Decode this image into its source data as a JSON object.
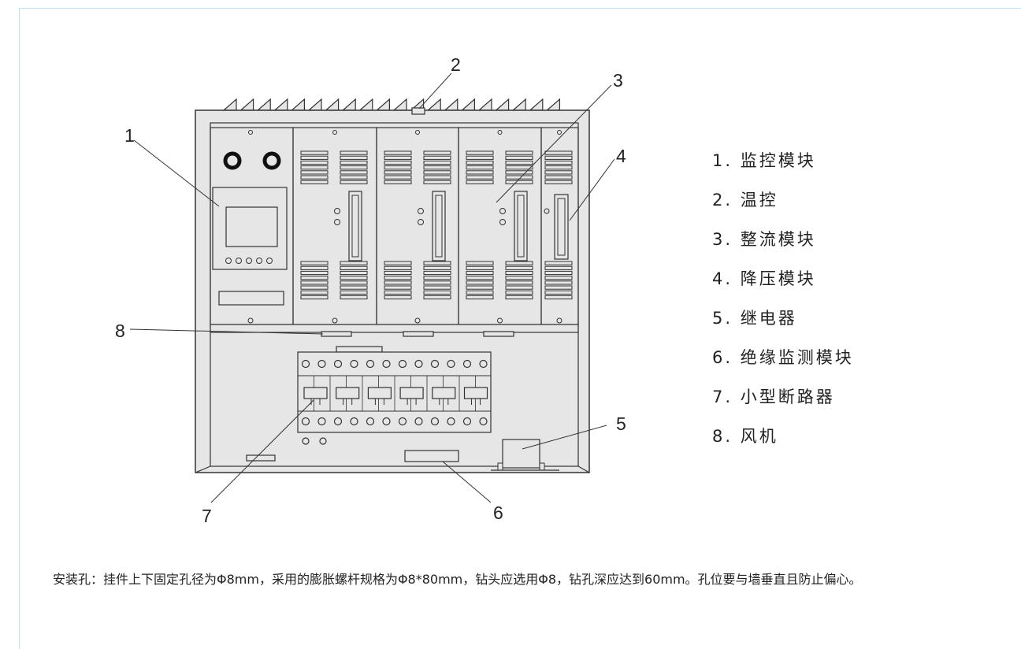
{
  "callouts": [
    {
      "n": "1",
      "label": "监控模块"
    },
    {
      "n": "2",
      "label": "温控"
    },
    {
      "n": "3",
      "label": "整流模块"
    },
    {
      "n": "4",
      "label": "降压模块"
    },
    {
      "n": "5",
      "label": "继电器"
    },
    {
      "n": "6",
      "label": "绝缘监测模块"
    },
    {
      "n": "7",
      "label": "小型断路器"
    },
    {
      "n": "8",
      "label": "风机"
    }
  ],
  "legend": [
    "1. 监控模块",
    "2. 温控",
    "3. 整流模块",
    "4. 降压模块",
    "5. 继电器",
    "6. 绝缘监测模块",
    "7. 小型断路器",
    "8. 风机"
  ],
  "caption": "安装孔：挂件上下固定孔径为Φ8mm，采用的膨胀螺杆规格为Φ8*80mm，钻头应选用Φ8，钻孔深应达到60mm。孔位要与墙垂直且防止偏心。",
  "colors": {
    "line": "#333333",
    "fill": "#e6e6e6",
    "border": "#bfe0f0"
  }
}
